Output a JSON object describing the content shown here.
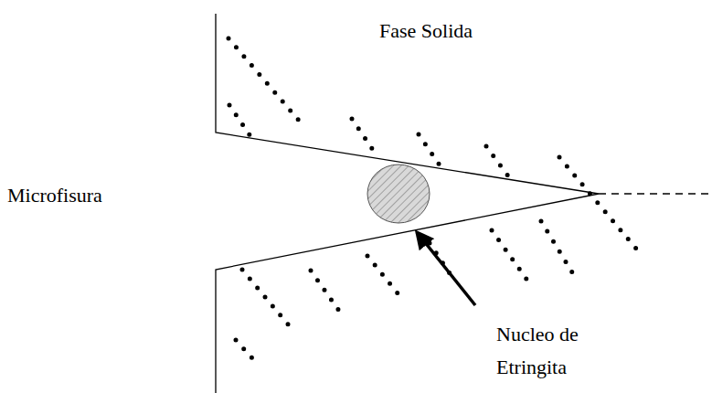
{
  "diagram": {
    "labels": [
      "Fase Solida",
      "Microfisura",
      "Nucleo de Etringita"
    ]
  }
}
